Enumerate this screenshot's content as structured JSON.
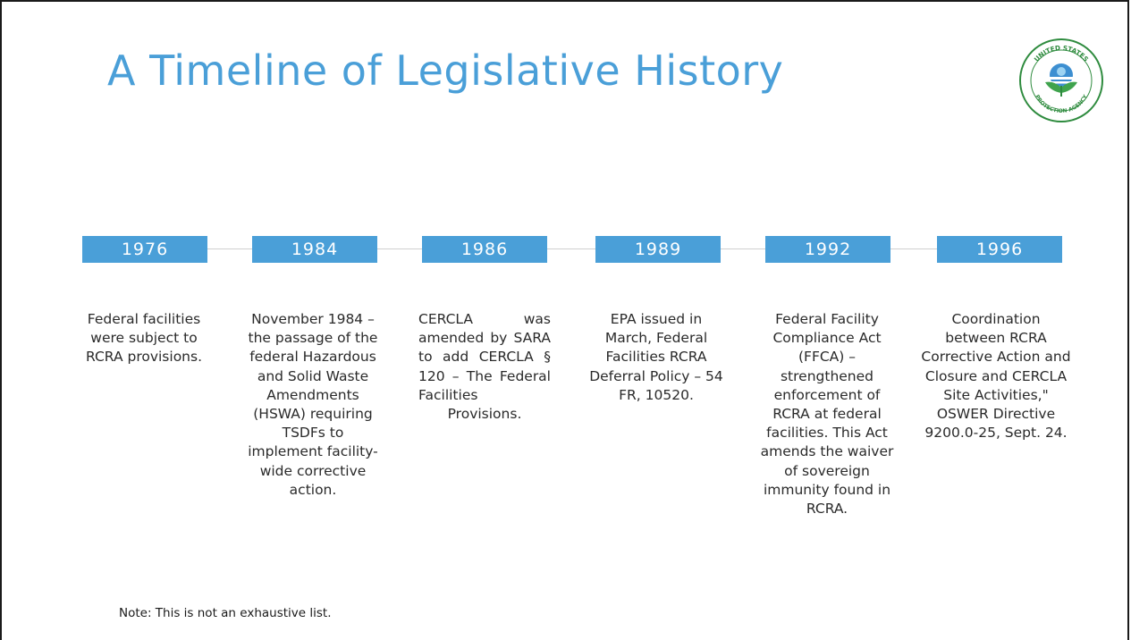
{
  "slide": {
    "title": "A Timeline of Legislative History",
    "logo": {
      "icon": "epa-seal-icon",
      "seal_text": "UNITED STATES ENVIRONMENTAL PROTECTION AGENCY"
    },
    "accent_color": "#4a9fd8",
    "timeline": [
      {
        "year": "1976",
        "description": "Federal facilities were subject to RCRA provisions."
      },
      {
        "year": "1984",
        "description": "November 1984 – the passage of the federal Hazardous and Solid Waste Amendments (HSWA) requiring TSDFs to implement facility-wide corrective action."
      },
      {
        "year": "1986",
        "description": "CERCLA was amended by SARA to add CERCLA § 120 – The Federal Facilities Provisions."
      },
      {
        "year": "1989",
        "description": "EPA issued in March, Federal Facilities RCRA Deferral Policy – 54 FR, 10520."
      },
      {
        "year": "1992",
        "description": "Federal Facility Compliance Act (FFCA) – strengthened enforcement of RCRA at federal facilities. This Act amends the waiver of sovereign immunity found in RCRA."
      },
      {
        "year": "1996",
        "description": "Coordination between RCRA Corrective Action and Closure and CERCLA Site Activities,\" OSWER Directive 9200.0-25, Sept. 24."
      }
    ],
    "note": "Note: This is not an exhaustive list."
  }
}
